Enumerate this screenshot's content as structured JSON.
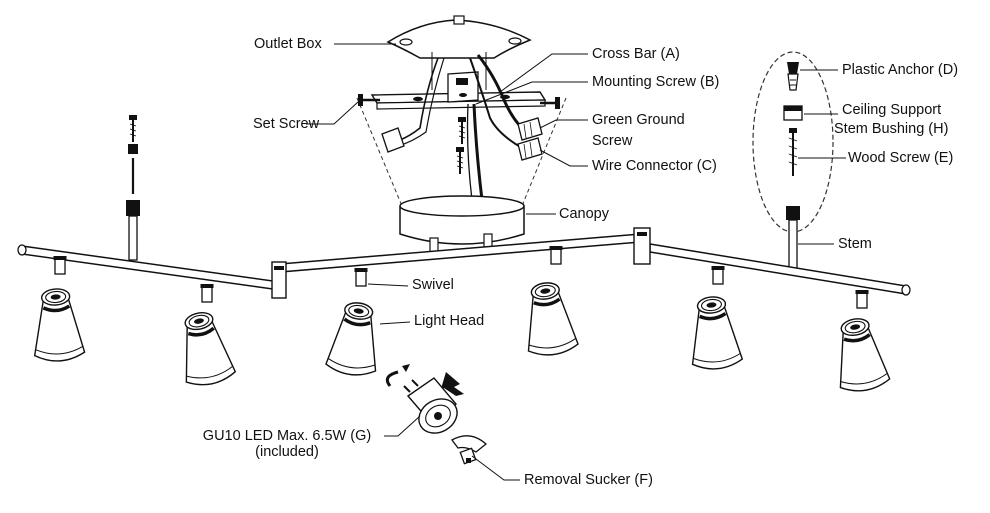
{
  "labels": {
    "outlet_box": "Outlet Box",
    "cross_bar": "Cross Bar (A)",
    "mounting_screw": "Mounting Screw (B)",
    "set_screw": "Set Screw",
    "green_ground_line1": "Green Ground",
    "green_ground_line2": "Screw",
    "wire_connector": "Wire Connector (C)",
    "canopy": "Canopy",
    "plastic_anchor": "Plastic Anchor (D)",
    "ceiling_support_line1": "Ceiling Support",
    "ceiling_support_line2": "Stem Bushing (H)",
    "wood_screw": "Wood Screw (E)",
    "stem": "Stem",
    "swivel": "Swivel",
    "light_head": "Light Head",
    "bulb_line1": "GU10 LED Max. 6.5W (G)",
    "bulb_line2": "(included)",
    "removal_sucker": "Removal Sucker (F)"
  }
}
